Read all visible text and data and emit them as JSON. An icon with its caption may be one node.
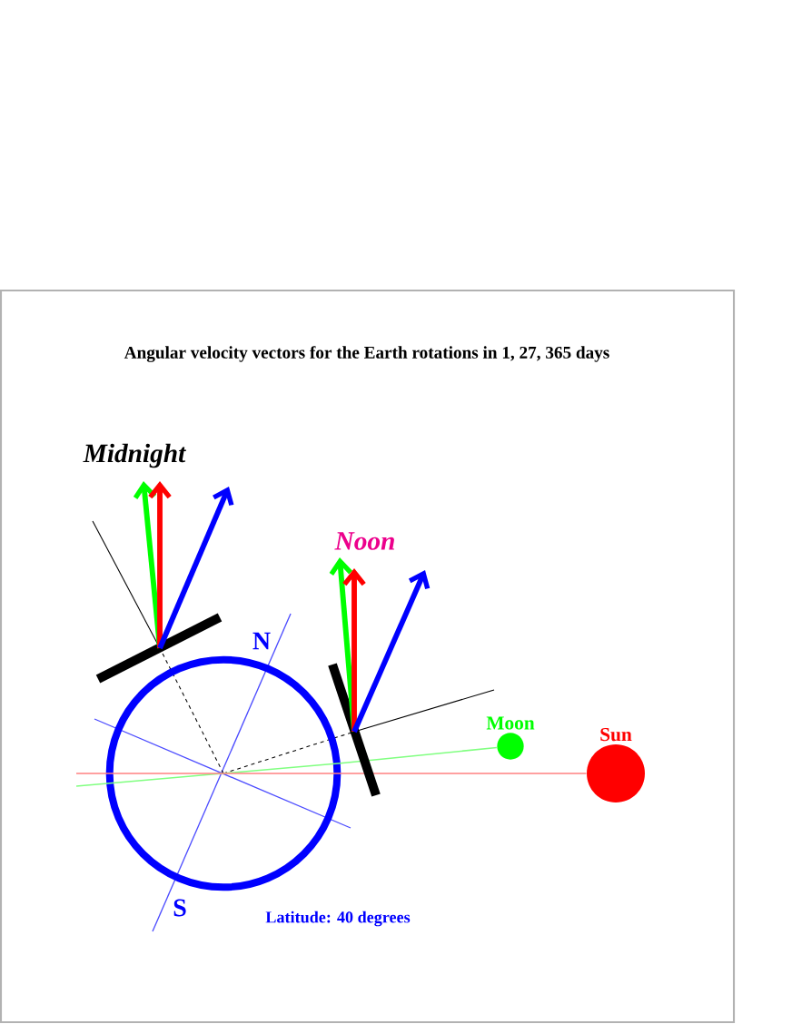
{
  "diagram": {
    "title": "Angular velocity vectors for the Earth rotations in 1, 27, 365 days",
    "nodes": [
      {
        "text": [],
        "shape": "circle"
      },
      {
        "text": [
          "Moon"
        ]
      },
      {
        "text": [
          "Sun"
        ]
      }
    ],
    "edges": [
      {
        "from": 0,
        "to": 1,
        "arrow": "none",
        "color": "#80ff80"
      },
      {
        "from": 0,
        "to": 2,
        "arrow": "none",
        "color": "#ff8080"
      }
    ],
    "labels": [
      "Midnight",
      "Noon",
      "N",
      "S",
      "Latitude: 40 degrees"
    ]
  }
}
